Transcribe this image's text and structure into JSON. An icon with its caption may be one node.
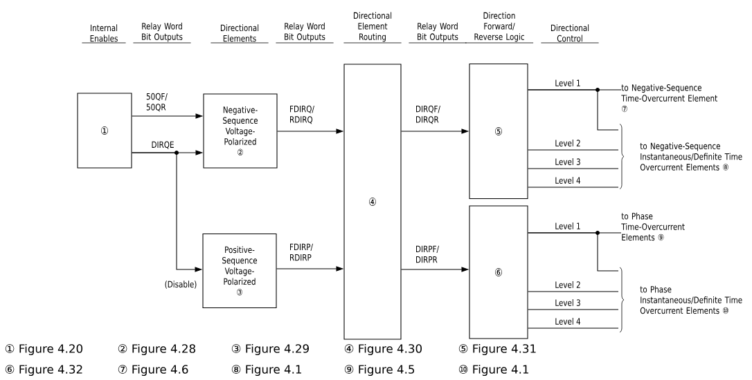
{
  "diagram": {
    "nodes": [
      {
        "text": [
          "①"
        ]
      },
      {
        "text": [
          "Negative-Sequence Voltage-Polarized",
          "②"
        ]
      },
      {
        "text": [
          "Positive-Sequence Voltage-Polarized",
          "③"
        ]
      },
      {
        "text": [
          "④"
        ]
      },
      {
        "text": [
          "⑤"
        ]
      },
      {
        "text": [
          "⑥"
        ]
      },
      {
        "text": [
          "to Negative-Sequence Time-Overcurrent Element ⑦"
        ]
      },
      {
        "text": [
          "to Negative-Sequence Instantaneous/Definite Time Overcurrent Elements ⑧"
        ]
      },
      {
        "text": [
          "to Phase Time-Overcurrent Elements ⑨"
        ]
      },
      {
        "text": [
          "to Phase Instantaneous/Definite Time Overcurrent Elements ⑩"
        ]
      }
    ],
    "edges": [
      {
        "from": 0,
        "to": 1,
        "arrow": "to",
        "label": "50QF/ 50QR"
      },
      {
        "from": 0,
        "to": 1,
        "arrow": "to",
        "label": "DIRQE"
      },
      {
        "from": 0,
        "to": 2,
        "arrow": "to",
        "label": "(Disable)"
      },
      {
        "from": 1,
        "to": 3,
        "arrow": "to",
        "label": "FDIRQ/ RDIRQ"
      },
      {
        "from": 2,
        "to": 3,
        "arrow": "to",
        "label": "FDIRP/ RDIRP"
      },
      {
        "from": 3,
        "to": 4,
        "arrow": "to",
        "label": "DIRQF/ DIRQR"
      },
      {
        "from": 3,
        "to": 5,
        "arrow": "to",
        "label": "DIRPF/ DIRPR"
      },
      {
        "from": 4,
        "to": 6,
        "arrow": "none",
        "label": "Level 1"
      },
      {
        "from": 4,
        "to": 7,
        "arrow": "none"
      },
      {
        "from": 4,
        "to": 7,
        "arrow": "none",
        "label": "Level 2"
      },
      {
        "from": 4,
        "to": 7,
        "arrow": "none",
        "label": "Level 3"
      },
      {
        "from": 4,
        "to": 7,
        "arrow": "none",
        "label": "Level 4"
      },
      {
        "from": 5,
        "to": 8,
        "arrow": "none",
        "label": "Level 1"
      },
      {
        "from": 5,
        "to": 9,
        "arrow": "none"
      },
      {
        "from": 5,
        "to": 9,
        "arrow": "none",
        "label": "Level 2"
      },
      {
        "from": 5,
        "to": 9,
        "arrow": "none",
        "label": "Level 3"
      },
      {
        "from": 5,
        "to": 9,
        "arrow": "none",
        "label": "Level 4"
      }
    ],
    "labels": [
      "Internal Enables",
      "Relay Word Bit Outputs",
      "Directional Elements",
      "Relay Word Bit Outputs",
      "Directional Element Routing",
      "Relay Word Bit Outputs",
      "Direction Forward/ Reverse Logic",
      "Directional Control",
      "① Figure 4.20",
      "② Figure 4.28",
      "③ Figure 4.29",
      "④ Figure 4.30",
      "⑤ Figure 4.31",
      "⑥ Figure 4.32",
      "⑦ Figure 4.6",
      "⑧ Figure 4.1",
      "⑨ Figure 4.5",
      "⑩ Figure 4.1"
    ]
  }
}
